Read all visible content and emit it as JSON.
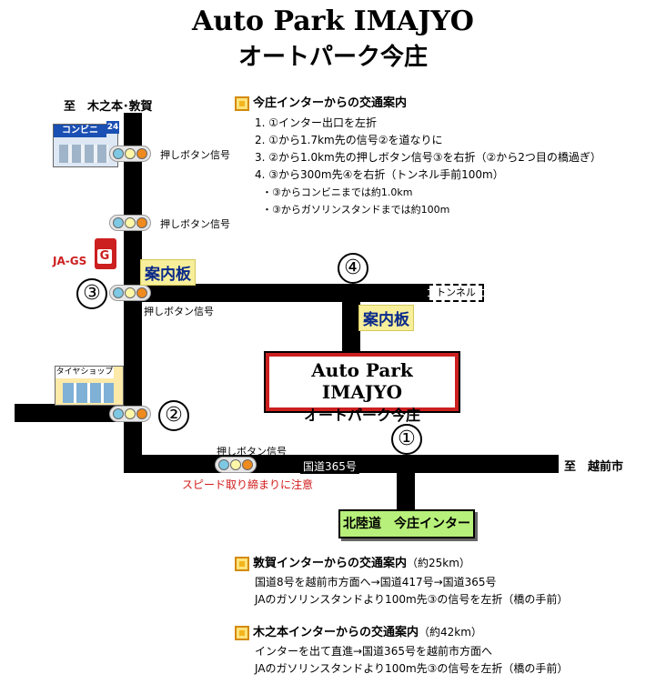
{
  "title": {
    "en": "Auto Park IMAJYO",
    "ja": "オートパーク今庄"
  },
  "directions": {
    "north": "至　木之本･敦賀",
    "east": "至　越前市"
  },
  "signals": {
    "push_button": "押しボタン信号"
  },
  "landmarks": {
    "conbini": "コンビニ",
    "conbini_badge": "24",
    "ja_gs": "JA-GS",
    "ja_gs_letter": "G",
    "tire_shop": "タイヤショップ",
    "tunnel": "トンネル",
    "annaiban": "案内板",
    "route_label": "国道365号",
    "speed_warning": "スピード取り締まりに注意",
    "interchange": "北陸道　今庄インター"
  },
  "markers": {
    "m1": "①",
    "m2": "②",
    "m3": "③",
    "m4": "④"
  },
  "destination": {
    "en": "Auto Park IMAJYO",
    "ja": "オートパーク今庄"
  },
  "guide_imajyo": {
    "heading": "今庄インターからの交通案内",
    "steps": [
      "1. ①インター出口を左折",
      "2. ①から1.7km先の信号②を道なりに",
      "3. ②から1.0km先の押しボタン信号③を右折（②から2つ目の橋過ぎ）",
      "4. ③から300m先④を右折（トンネル手前100m）"
    ],
    "notes": [
      "・③からコンビニまでは約1.0km",
      "・③からガソリンスタンドまでは約100m"
    ]
  },
  "guide_tsuruga": {
    "heading": "敦賀インターからの交通案内",
    "distance": "（約25km）",
    "lines": [
      "国道8号を越前市方面へ→国道417号→国道365号",
      "JAのガソリンスタンドより100m先③の信号を左折（橋の手前）"
    ]
  },
  "guide_kinomoto": {
    "heading": "木之本インターからの交通案内",
    "distance": "（約42km）",
    "lines": [
      "インターを出て直進→国道365号を越前市方面へ",
      "JAのガソリンスタンドより100m先③の信号を左折（橋の手前）"
    ]
  }
}
